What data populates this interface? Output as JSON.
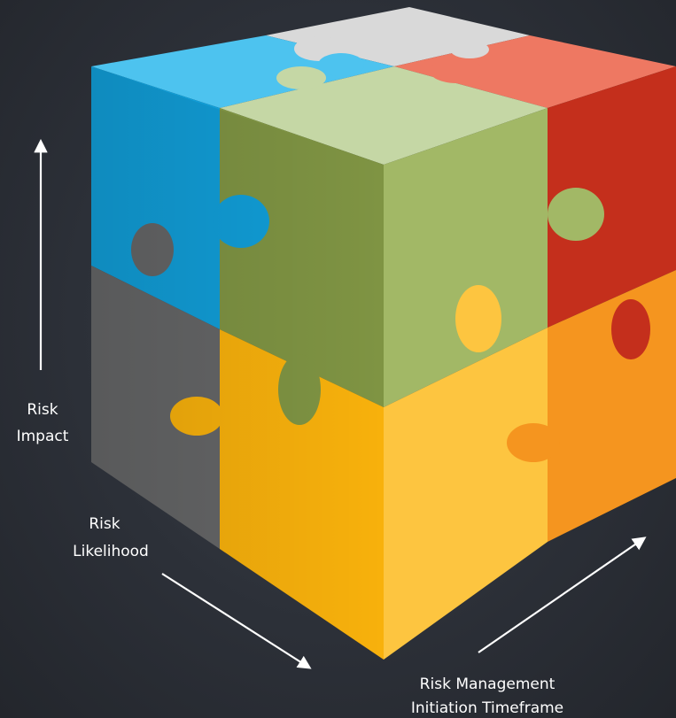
{
  "axes": {
    "impact": {
      "line1": "Risk",
      "line2": "Impact"
    },
    "likelihood": {
      "line1": "Risk",
      "line2": "Likelihood"
    },
    "timeframe": {
      "line1": "Risk Management",
      "line2": "Initiation Timeframe"
    }
  },
  "colors": {
    "top_gray": "#d9d9d9",
    "top_blue": "#4dc3ef",
    "top_salmon": "#ee7862",
    "top_sage": "#c5d7a5",
    "left_blue": "#119ed8",
    "left_gray": "#656667",
    "left_olive": "#7f9443",
    "left_gold": "#f8b10c",
    "right_sage": "#a2b866",
    "right_red": "#c42f1c",
    "right_yellow": "#fdc540",
    "right_orange": "#f5951f"
  }
}
